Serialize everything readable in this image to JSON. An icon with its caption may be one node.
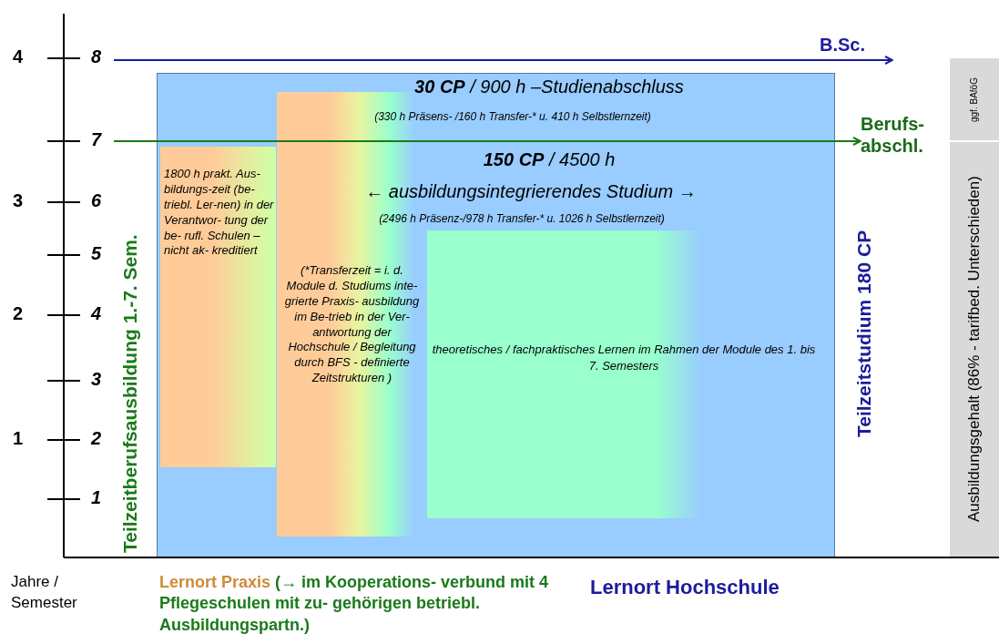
{
  "diagram": {
    "nodes": [
      {
        "text": [
          "**30 CP** / 900 h –Studienabschluss",
          "(330 h Präsens- /160 h Transfer-* u. 410 h Selbstlernzeit)",
          "**150 CP** / 4500 h",
          "← ausbildungsintegrierendes Studium →",
          "(2496 h Präsenz-/978 h Transfer-* u. 1026 h Selbstlernzeit)"
        ]
      },
      {
        "text": [
          "1800 h prakt. Aus- bildungs-zeit (be-triebl. Ler-nen) in der Verantwor- tung der be- rufl. Schulen – nicht ak- kreditiert"
        ],
        "in": 0
      },
      {
        "text": [
          "(*Transferzeit = i. d. Module d. Studiums inte- grierte Praxis- ausbildung im Be-trieb in der Ver-antwortung der Hochschule / Begleitung durch BFS - definierte Zeitstrukturen )"
        ],
        "in": 0
      },
      {
        "text": [
          "theoretisches / fachpraktisches Lernen im Rahmen der Module des 1. bis 7. Semesters"
        ],
        "in": 0
      },
      {
        "text": [
          "ggf. BAföG"
        ]
      },
      {
        "text": [
          "Ausbildungsgehalt (86% - tarifbed. Unterschieden)"
        ]
      },
      {
        "text": [
          "B.Sc."
        ]
      },
      {
        "text": [
          "Berufs- abschl."
        ]
      }
    ],
    "edges": [
      {
        "from": null,
        "to": 6,
        "arrow": "to",
        "color": "#1c1c9c"
      },
      {
        "from": null,
        "to": 7,
        "arrow": "to",
        "color": "#1a7a1a"
      }
    ],
    "labels": [
      "4",
      "8",
      "7",
      "3",
      "6",
      "5",
      "2",
      "4",
      "3",
      "1",
      "2",
      "1",
      "Teilzeitberufsausbildung 1.-7. Sem.",
      "Teilzeitstudium 180 CP",
      "Jahre / Semester",
      "Lernort Praxis",
      "(→ im Kooperations- verbund mit 4 Pflegeschulen mit zu- gehörigen betriebl. Ausbildungspartn.)",
      "Lernort Hochschule"
    ]
  }
}
